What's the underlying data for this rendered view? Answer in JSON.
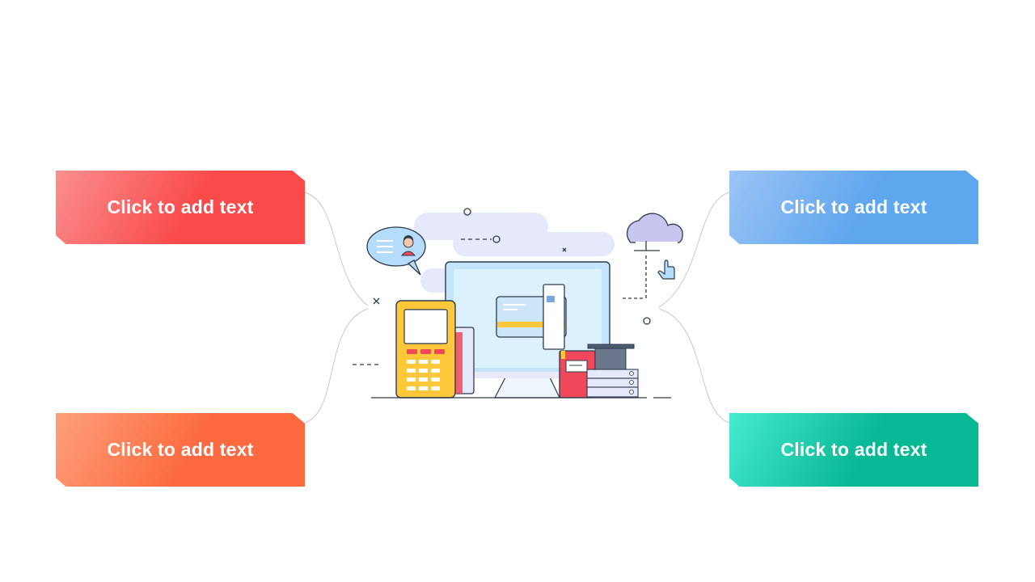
{
  "boxes": [
    {
      "id": "top-left",
      "label": "Click to add text",
      "color_from": "#fb8f8f",
      "color_to": "#fa4a4a"
    },
    {
      "id": "bottom-left",
      "label": "Click to add text",
      "color_from": "#fda07a",
      "color_to": "#fd6a3f"
    },
    {
      "id": "top-right",
      "label": "Click to add text",
      "color_from": "#9cc4f6",
      "color_to": "#5ea6ee"
    },
    {
      "id": "bottom-right",
      "label": "Click to add text",
      "color_from": "#47ebd0",
      "color_to": "#07b894"
    }
  ],
  "colors": {
    "connector": "#c8c8c8",
    "outline": "#2d3a4b",
    "screen": "#c3e4fb",
    "cloud": "#c8c6f0",
    "background_blob": "#e6e8fb",
    "terminal": "#ffc73a",
    "book": "#f0485a"
  },
  "icons": [
    "speech-bubble-icon",
    "cloud-icon",
    "pointer-hand-icon",
    "credit-card-icon",
    "payment-terminal-icon",
    "server-icon"
  ]
}
